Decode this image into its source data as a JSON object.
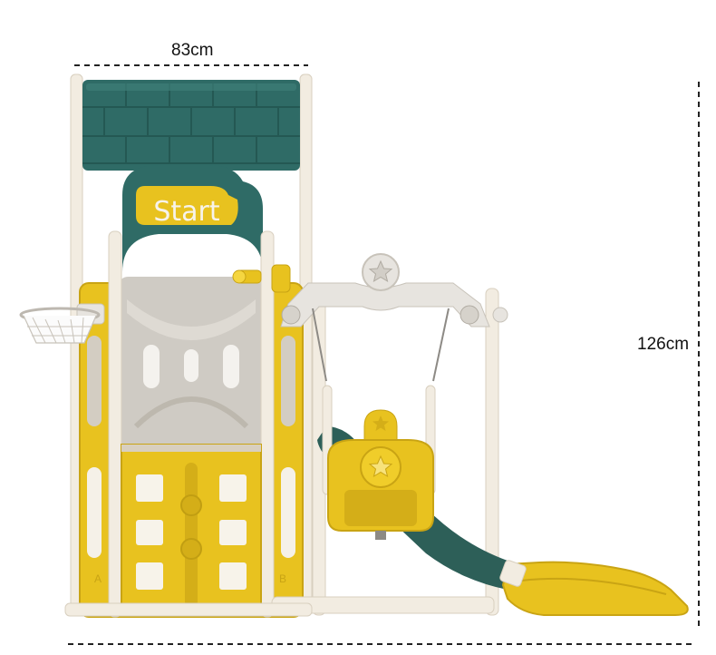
{
  "dimensions": {
    "width_label": "83cm",
    "height_label": "126cm"
  },
  "sign": {
    "text": "Start"
  },
  "panel_letters": {
    "left": "A",
    "right": "B"
  },
  "colors": {
    "roof": "#2f6b66",
    "yellow": "#e8c21f",
    "yellow_dark": "#c9a414",
    "grey_panel": "#cfcbc4",
    "frame": "#f2ece1",
    "slide": "#2d5f58",
    "swing_frame": "#e7e4df",
    "dashed_line": "#222222"
  },
  "icons": [
    "star-icon",
    "basketball-hoop-icon",
    "telescope-icon"
  ]
}
